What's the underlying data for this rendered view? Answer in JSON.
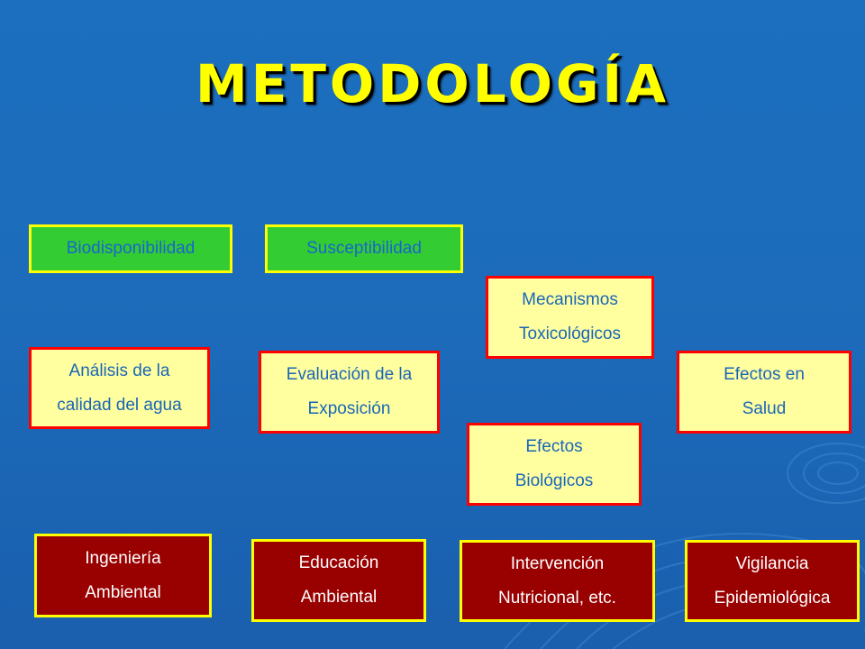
{
  "title": "METODOLOGÍA",
  "top_boxes": {
    "biodisponibilidad": "Biodisponibilidad",
    "susceptibilidad": "Susceptibilidad"
  },
  "middle_boxes": {
    "mecanismos": [
      "Mecanismos",
      "Toxicológicos"
    ],
    "analisis": [
      "Análisis de la",
      "calidad del agua"
    ],
    "evaluacion": [
      "Evaluación de la",
      "Exposición"
    ],
    "efectos_salud": [
      "Efectos en",
      "Salud"
    ],
    "efectos_biologicos": [
      "Efectos",
      "Biológicos"
    ]
  },
  "bottom_boxes": {
    "ingenieria": [
      "Ingeniería",
      "Ambiental"
    ],
    "educacion": [
      "Educación",
      "Ambiental"
    ],
    "intervencion": [
      "Intervención",
      "Nutricional, etc."
    ],
    "vigilancia": [
      "Vigilancia",
      "Epidemiológica"
    ]
  },
  "colors": {
    "background": "#1b6fbe",
    "title": "#ffff00",
    "green_box": "#33cc33",
    "cream_box": "#ffffa0",
    "maroon_box": "#990000",
    "red_border": "#ff0000",
    "yellow_border": "#ffff00"
  }
}
